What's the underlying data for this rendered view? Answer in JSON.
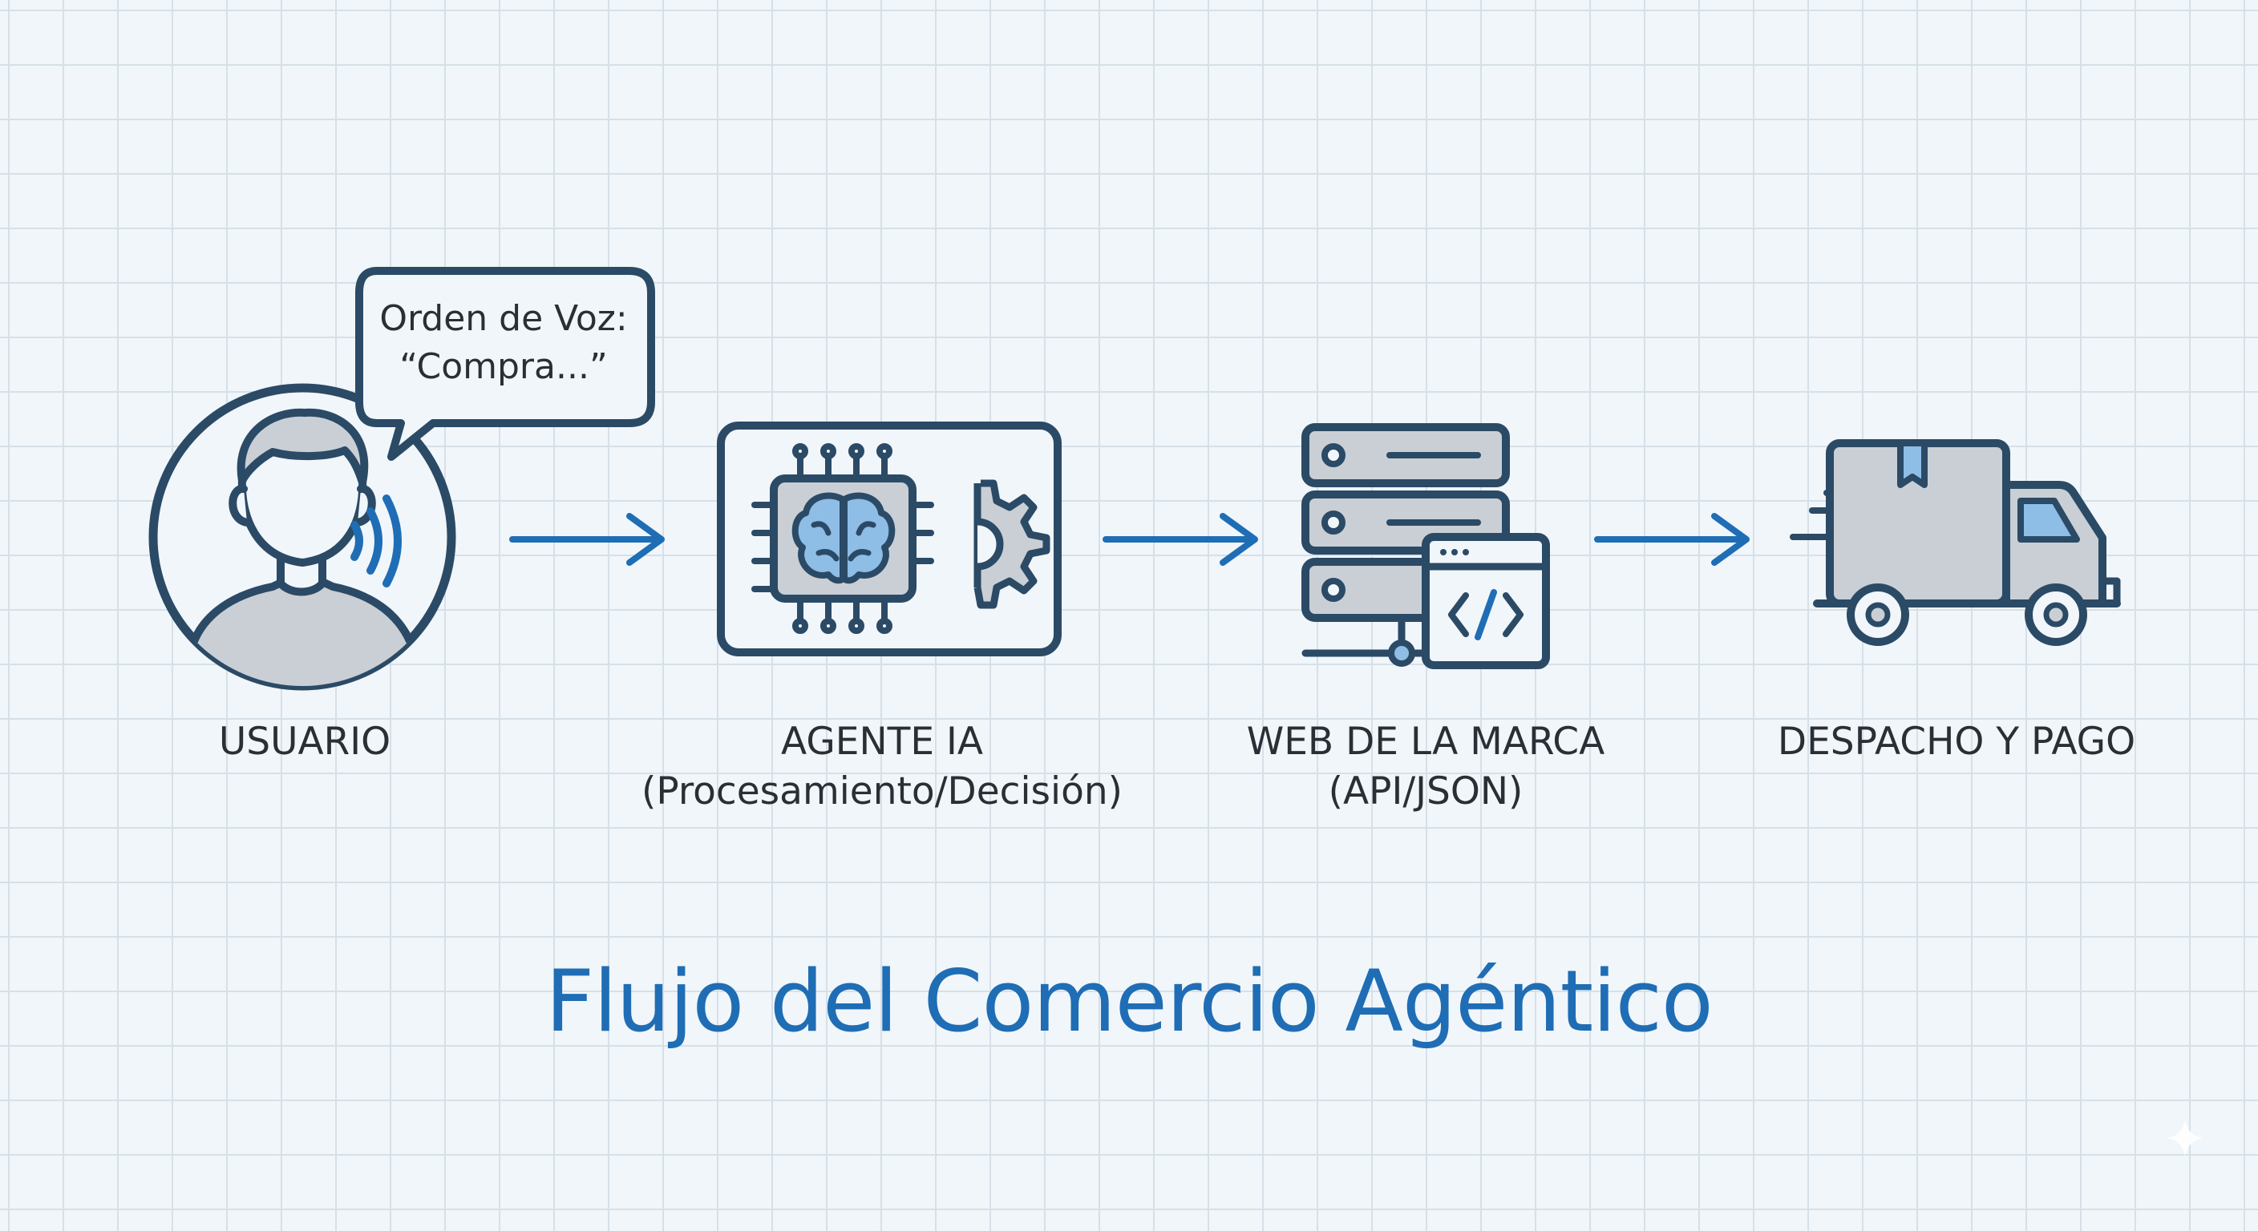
{
  "diagram": {
    "title": "Flujo del Comercio Agéntico",
    "speech_bubble": {
      "line1": "Orden de Voz:",
      "line2": "“Compra...”"
    },
    "steps": [
      {
        "icon": "user-voice-icon",
        "line1": "USUARIO",
        "line2": ""
      },
      {
        "icon": "ai-chip-gear-icon",
        "line1": "AGENTE IA",
        "line2": "(Procesamiento/Decisión)"
      },
      {
        "icon": "server-code-icon",
        "line1": "WEB DE LA MARCA",
        "line2": "(API/JSON)"
      },
      {
        "icon": "delivery-truck-icon",
        "line1": "DESPACHO Y PAGO",
        "line2": ""
      }
    ],
    "colors": {
      "outline": "#2b4a66",
      "accent_blue": "#1f6db5",
      "light_blue": "#8ebde6",
      "fill_gray": "#c9cfd5",
      "background": "#f1f6fa",
      "grid": "#d6e0e8"
    }
  }
}
